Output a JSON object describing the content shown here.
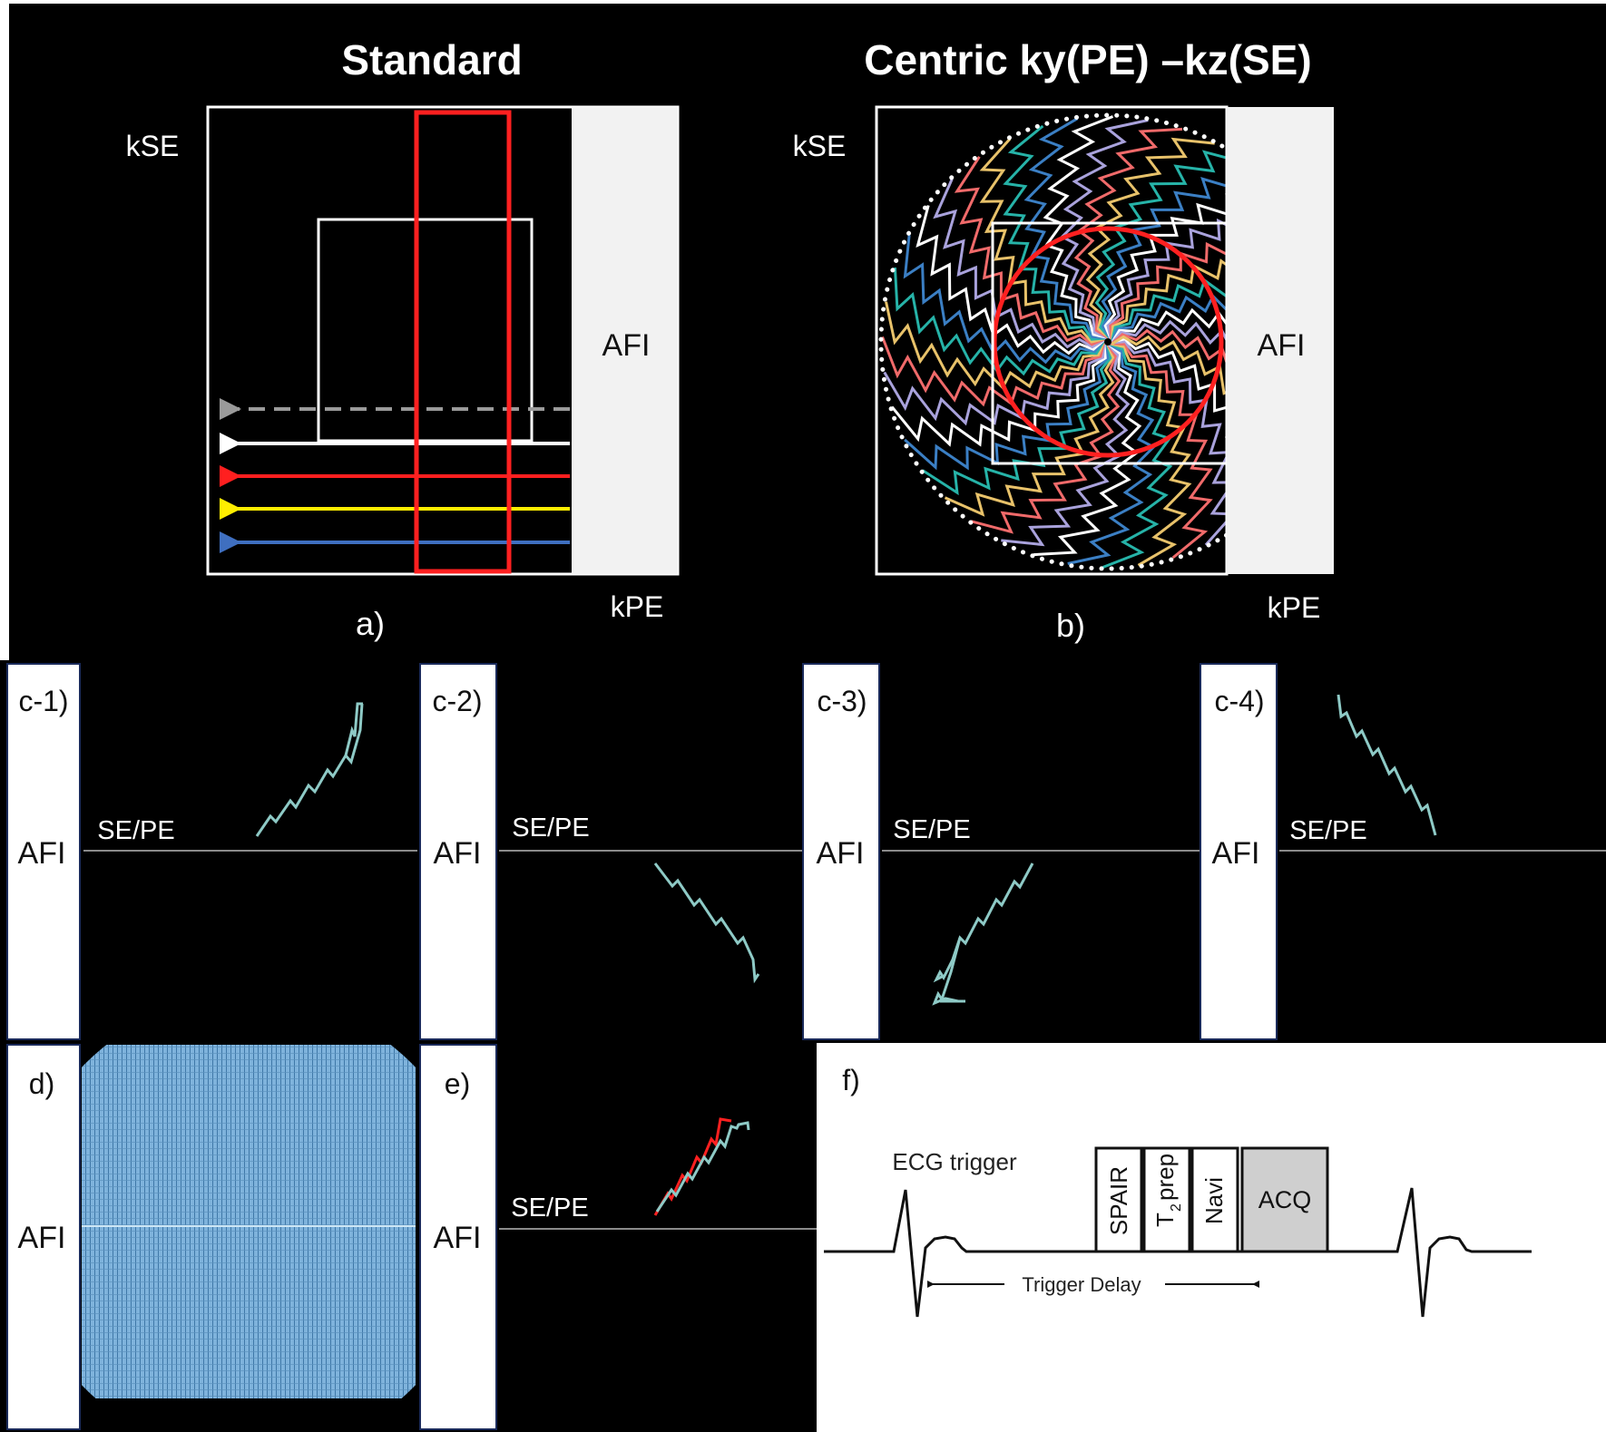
{
  "panel_a": {
    "title": "Standard",
    "axis_kse": "kSE",
    "axis_kpe": "kPE",
    "afi": "AFI",
    "caption": "a)",
    "arrow_colors": [
      "#9a9a9a",
      "#ffffff",
      "#ff1f1f",
      "#ffee00",
      "#3f6fc0"
    ],
    "box_color": "#ff2020"
  },
  "panel_b": {
    "title": "Centric ky(PE) –kz(SE)",
    "axis_kse": "kSE",
    "axis_kpe": "kPE",
    "afi": "AFI",
    "caption": "b)",
    "spoke_colors": [
      "#ffffff",
      "#a9a2dc",
      "#f06a6a",
      "#e8c26a",
      "#26b3a8",
      "#3b7fc4"
    ]
  },
  "panels_c": [
    {
      "caption": "c-1)",
      "afi": "AFI",
      "axis": "SE/PE"
    },
    {
      "caption": "c-2)",
      "afi": "AFI",
      "axis": "SE/PE"
    },
    {
      "caption": "c-3)",
      "afi": "AFI",
      "axis": "SE/PE"
    },
    {
      "caption": "c-4)",
      "afi": "AFI",
      "axis": "SE/PE"
    }
  ],
  "panel_d": {
    "caption": "d)",
    "afi": "AFI",
    "fill_color": "#7fb3dc"
  },
  "panel_e": {
    "caption": "e)",
    "afi": "AFI",
    "axis": "SE/PE"
  },
  "panel_f": {
    "caption": "f)",
    "ecg_label": "ECG trigger",
    "blocks": {
      "spair": "SPAIR",
      "t2prep": "prep",
      "t2_letter": "T",
      "t2_sub": "2",
      "navi": "Navi",
      "acq": "ACQ"
    },
    "delay_label": "Trigger Delay"
  }
}
